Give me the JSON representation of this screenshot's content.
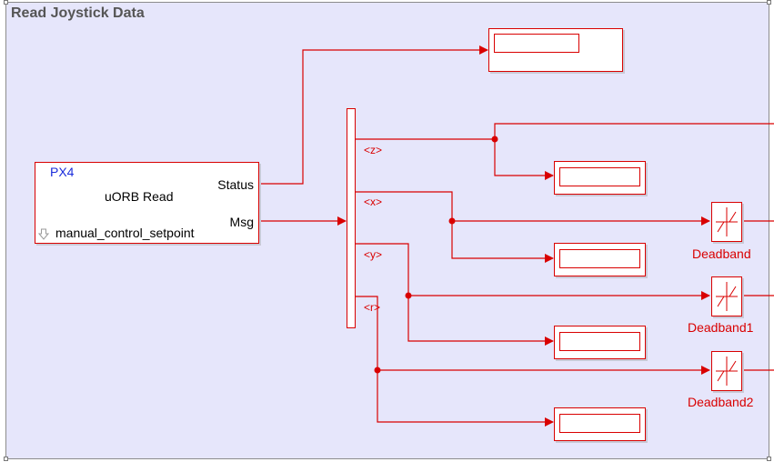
{
  "subsystem": {
    "title": "Read Joystick Data"
  },
  "uorb_block": {
    "brand": "PX4",
    "name": "uORB Read",
    "topic": "manual_control_setpoint",
    "ports": {
      "status": "Status",
      "msg": "Msg"
    }
  },
  "bus_selector": {
    "signals": [
      "<z>",
      "<x>",
      "<y>",
      "<r>"
    ]
  },
  "deadband_blocks": {
    "labels": [
      "Deadband",
      "Deadband1",
      "Deadband2"
    ]
  },
  "colors": {
    "block": "#d90000",
    "background": "#e6e6fb",
    "title": "#555555",
    "brand": "#1a2cdb"
  },
  "icons": {
    "download": "download-arrow-icon",
    "deadband": "deadband-curve-icon"
  }
}
